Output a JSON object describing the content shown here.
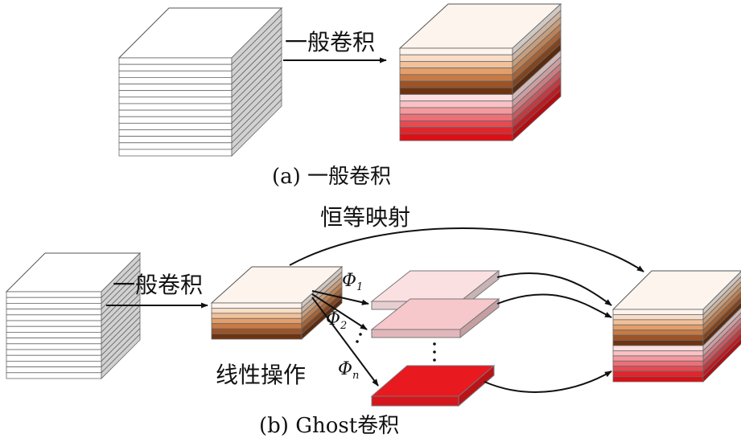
{
  "part_a": {
    "arrow_label": "一般卷积",
    "caption": "(a) 一般卷积"
  },
  "part_b": {
    "identity_label": "恒等映射",
    "conv_label": "一般卷积",
    "linear_label": "线性操作",
    "phi1": {
      "symbol": "Φ",
      "sub": "1"
    },
    "phi2": {
      "symbol": "Φ",
      "sub": "2"
    },
    "phin": {
      "symbol": "Φ",
      "sub": "n"
    },
    "caption": "(b) Ghost卷积"
  },
  "colors": {
    "white_cube_face": "#ffffff",
    "brown_layers": [
      "#fdf4ee",
      "#f8dcc6",
      "#f0c19a",
      "#e39f6b",
      "#c87a45",
      "#9c5326",
      "#6e3412"
    ],
    "red_layers": [
      "#fde0e2",
      "#f9c1c4",
      "#f39a9f",
      "#ec7078",
      "#e64b52",
      "#e0262d",
      "#dd0f16"
    ],
    "ghost_light": "#fbe0e2",
    "ghost_mid": "#f6c7cb",
    "ghost_red": "#e8191f"
  }
}
